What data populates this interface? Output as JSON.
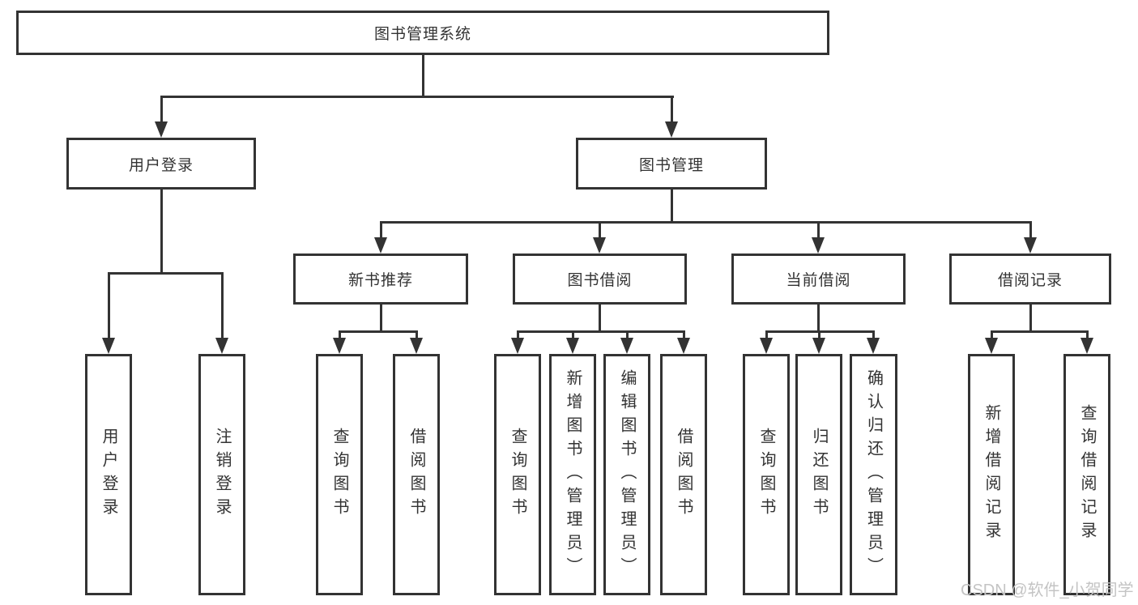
{
  "diagram": {
    "root": {
      "label": "图书管理系统"
    },
    "level2": [
      {
        "label": "用户登录"
      },
      {
        "label": "图书管理"
      }
    ],
    "level3": [
      {
        "label": "新书推荐"
      },
      {
        "label": "图书借阅"
      },
      {
        "label": "当前借阅"
      },
      {
        "label": "借阅记录"
      }
    ],
    "leaves": [
      {
        "label": "用户登录"
      },
      {
        "label": "注销登录"
      },
      {
        "label": "查询图书"
      },
      {
        "label": "借阅图书"
      },
      {
        "label": "查询图书"
      },
      {
        "label": "新增图书（管理员）"
      },
      {
        "label": "编辑图书（管理员）"
      },
      {
        "label": "借阅图书"
      },
      {
        "label": "查询图书"
      },
      {
        "label": "归还图书"
      },
      {
        "label": "确认归还（管理员）"
      },
      {
        "label": "新增借阅记录"
      },
      {
        "label": "查询借阅记录"
      }
    ]
  },
  "watermark": {
    "text": "CSDN @软件_小贺同学",
    "color": "#c4c4c4"
  },
  "colors": {
    "line": "#333333",
    "text": "#333333",
    "background": "#ffffff"
  }
}
